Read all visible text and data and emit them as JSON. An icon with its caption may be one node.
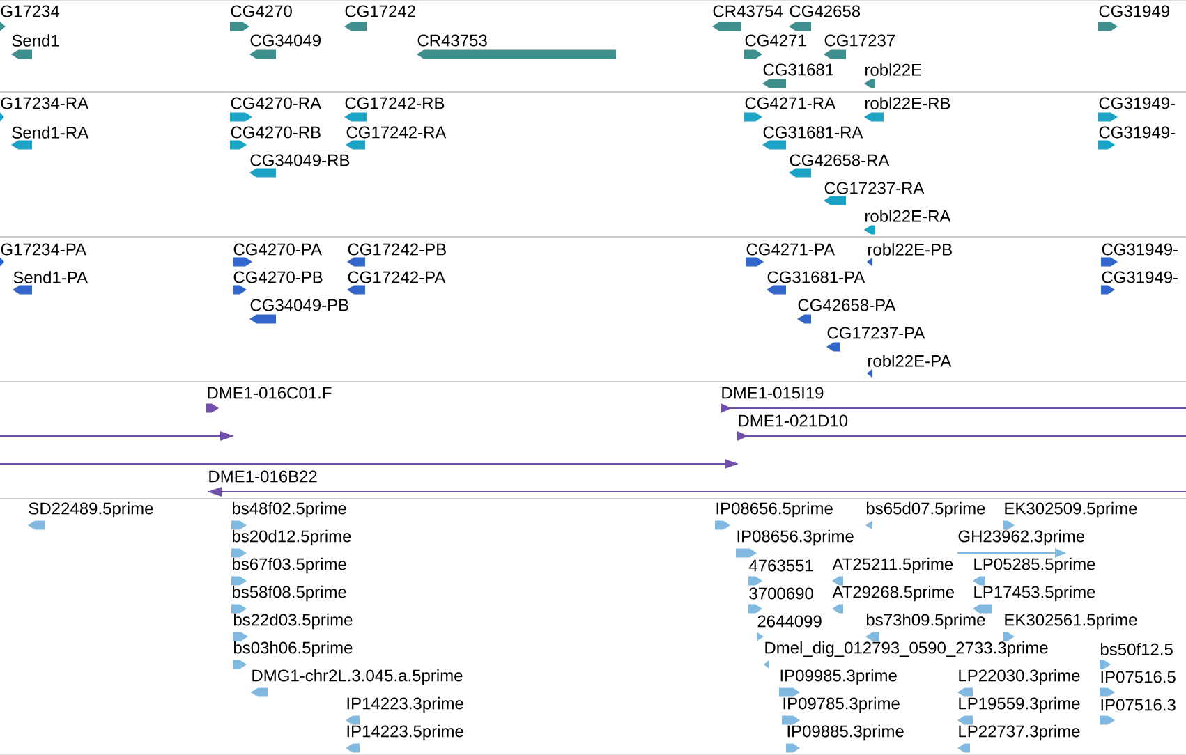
{
  "diagram": {
    "labels": [
      "G17234",
      "Send1",
      "CG4270",
      "CG17242",
      "CG34049",
      "CR43753",
      "CR43754",
      "CG42658",
      "CG4271",
      "CG17237",
      "CG31681",
      "robl22E",
      "CG31949",
      "G17234-RA",
      "Send1-RA",
      "CG4270-RA",
      "CG17242-RB",
      "CG4270-RB",
      "CG17242-RA",
      "CG34049-RB",
      "CG4271-RA",
      "robl22E-RB",
      "CG31681-RA",
      "CG42658-RA",
      "CG17237-RA",
      "robl22E-RA",
      "CG31949-",
      "CG31949-",
      "G17234-PA",
      "Send1-PA",
      "CG4270-PA",
      "CG17242-PB",
      "CG4270-PB",
      "CG17242-PA",
      "CG34049-PB",
      "CG4271-PA",
      "robl22E-PB",
      "CG31681-PA",
      "CG42658-PA",
      "CG17237-PA",
      "robl22E-PA",
      "CG31949-",
      "CG31949-",
      "DME1-016C01.F",
      "DME1-015I19",
      "DME1-021D10",
      "DME1-016B22",
      "SD22489.5prime",
      "bs48f02.5prime",
      "IP08656.5prime",
      "bs65d07.5prime",
      "EK302509.5prime",
      "bs20d12.5prime",
      "IP08656.3prime",
      "GH23962.3prime",
      "bs67f03.5prime",
      "4763551",
      "AT25211.5prime",
      "LP05285.5prime",
      "bs58f08.5prime",
      "3700690",
      "AT29268.5prime",
      "LP17453.5prime",
      "bs22d03.5prime",
      "2644099",
      "bs73h09.5prime",
      "EK302561.5prime",
      "bs03h06.5prime",
      "Dmel_dig_012793_0590_2733.3prime",
      "bs50f12.5",
      "DMG1-chr2L.3.045.a.5prime",
      "IP09985.3prime",
      "LP22030.3prime",
      "IP07516.5",
      "IP14223.3prime",
      "IP09785.3prime",
      "LP19559.3prime",
      "IP07516.3",
      "IP14223.5prime",
      "IP09885.3prime",
      "LP22737.3prime"
    ]
  }
}
